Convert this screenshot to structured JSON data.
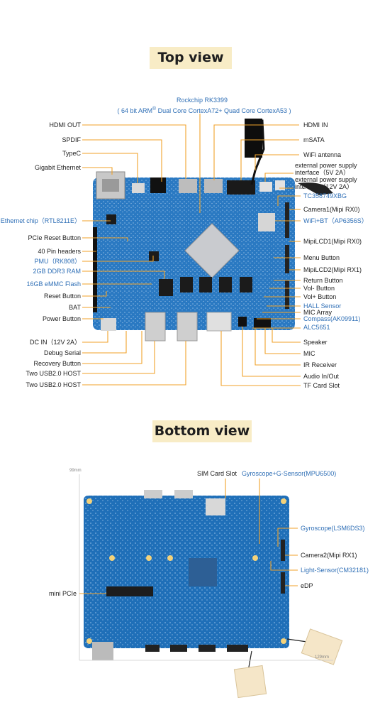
{
  "top": {
    "banner": "Top view",
    "soc_line1": "Rockchip RK3399",
    "soc_line2_pre": "( 64 bit ARM",
    "soc_reg": "®",
    "soc_line2_post": " Dual Core CortexA72+ Quad Core CortexA53 )",
    "left_labels": [
      "HDMI OUT",
      "SPDIF",
      "TypeC",
      "Gigabit Ethernet",
      "Ethernet chip（RTL8211E）",
      "PCIe Reset Button",
      "40 Pin headers",
      "PMU（RK808）",
      "2GB DDR3 RAM",
      "16GB eMMC Flash",
      "Reset Button",
      "BAT",
      "Power Button",
      "DC IN（12V 2A）",
      "Debug Serial",
      "Recovery Button",
      "Two USB2.0 HOST",
      "Two USB2.0 HOST"
    ],
    "right_labels": [
      "HDMI IN",
      "mSATA",
      "WiFi antenna",
      "external power supply interface（5V 2A）",
      "external power supply interface（12V 2A）",
      "TC358749XBG",
      "Camera1(Mipi RX0)",
      "WiFi+BT（AP6356S）",
      "MipiLCD1(Mipi RX0)",
      "Menu Button",
      "MipiLCD2(Mipi RX1)",
      "Return Button",
      "Vol- Button",
      "Vol+ Button",
      "HALL Sensor",
      "MIC Array",
      "Compass(AK09911)",
      "ALC5651",
      "Speaker",
      "MIC",
      "IR Receiver",
      "Audio In/Out",
      "TF Card Slot"
    ]
  },
  "bottom": {
    "banner": "Bottom view",
    "labels": [
      "SIM Card Slot",
      "Gyroscope+G-Sensor(MPU6500)",
      "Gyroscope(LSM6DS3)",
      "Camera2(Mipi RX1)",
      "Light-Sensor(CM32181)",
      "eDP",
      "mini PCIe"
    ],
    "dim_height": "99mm",
    "dim_width": "129mm"
  },
  "colors": {
    "leader": "#f0a22a",
    "label_blue": "#2f6fb6",
    "banner_bg": "#f8ecc6",
    "pcb_blue": "#1f6fb8"
  }
}
